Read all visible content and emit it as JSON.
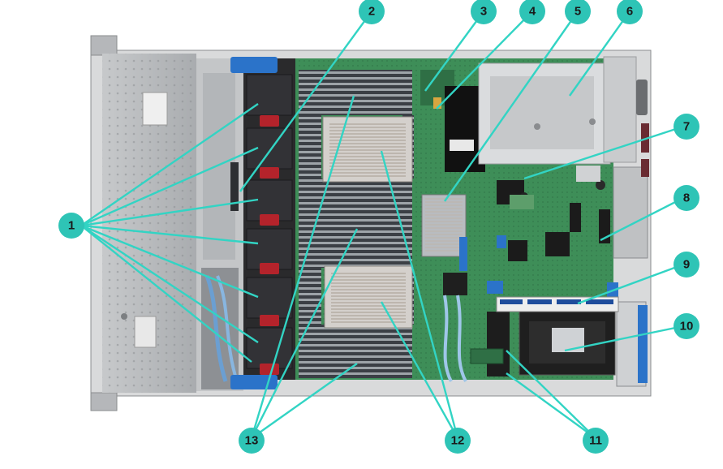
{
  "figure": {
    "callouts": [
      {
        "id": 1,
        "label": "1"
      },
      {
        "id": 2,
        "label": "2"
      },
      {
        "id": 3,
        "label": "3"
      },
      {
        "id": 4,
        "label": "4"
      },
      {
        "id": 5,
        "label": "5"
      },
      {
        "id": 6,
        "label": "6"
      },
      {
        "id": 7,
        "label": "7"
      },
      {
        "id": 8,
        "label": "8"
      },
      {
        "id": 9,
        "label": "9"
      },
      {
        "id": 10,
        "label": "10"
      },
      {
        "id": 11,
        "label": "11"
      },
      {
        "id": 12,
        "label": "12"
      },
      {
        "id": 13,
        "label": "13"
      }
    ],
    "colors": {
      "callout_fill": "#2ec4b6",
      "callout_line": "#32d4c4",
      "chassis_gray": "#b9bcbf",
      "board_green": "#3e8e58",
      "fan_black": "#2a2a2c",
      "fan_red": "#b4232b",
      "blue_latch": "#2b73c9",
      "heatsink_silver": "#d4d0cc"
    }
  }
}
